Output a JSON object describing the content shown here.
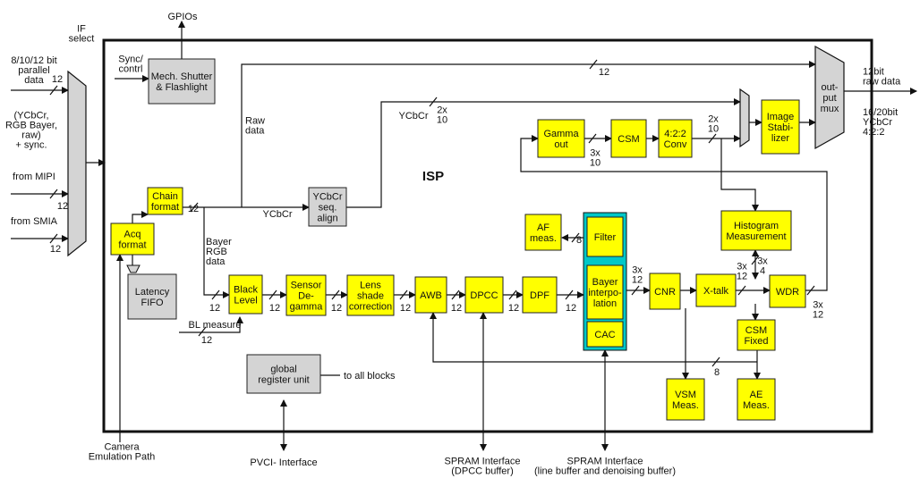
{
  "labels": {
    "if_select": "IF\nselect",
    "gpios": "GPIOs",
    "parallel": "8/10/12 bit\nparallel\ndata",
    "ycbcr_input": "(YCbCr,\nRGB Bayer,\nraw)\n+ sync.",
    "from_mipi": "from MIPI",
    "from_smia": "from SMIA",
    "sync_contrl": "Sync/\ncontrl",
    "raw_data": "Raw\ndata",
    "ycbcr_top": "YCbCr",
    "ycbcr_mid": "YCbCr",
    "bayer_rgb": "Bayer\nRGB\ndata",
    "isp": "ISP",
    "bl_measure": "BL measure",
    "to_all_blocks": "to all blocks",
    "camera_emulation": "Camera\nEmulation Path",
    "pvci": "PVCI- Interface",
    "spram1": "SPRAM Interface\n(DPCC buffer)",
    "spram2": "SPRAM Interface\n(line buffer and denoising buffer)",
    "out_raw": "12bit\nraw data",
    "out_ycbcr": "16/20bit\nYCbCr\n4:2:2"
  },
  "bus_widths": {
    "in_parallel": "12",
    "in_mipi": "12",
    "in_smia": "12",
    "top_bypass": "12",
    "ycbcr_2x10": "2x\n10",
    "chain_out": "12",
    "bl_measure": "12",
    "acq_to_black": "12",
    "black_to_sensor": "12",
    "sensor_to_lens": "12",
    "lens_to_awb": "12",
    "awb_to_dpcc": "12",
    "dpcc_to_dpf": "12",
    "dpf_to_bayer": "12",
    "bayer_to_cnr": "3x\n12",
    "cnr_to_xtalk": "",
    "xtalk_to_wdr": "3x\n12",
    "csm_3x4": "3x\n4",
    "wdr_out": "3x\n12",
    "gamma_csm": "3x\n10",
    "conv_out": "2x\n10",
    "af_bus": "8",
    "ae_bus": "8"
  },
  "blocks": {
    "mech_shutter": "Mech. Shutter\n& Flashlight",
    "chain_format": "Chain\nformat",
    "acq_format": "Acq\nformat",
    "latency_fifo": "Latency\nFIFO",
    "ycbcr_seq": "YCbCr\nseq.\nalign",
    "gamma_out": "Gamma\nout",
    "csm": "CSM",
    "conv422": "4:2:2\nConv",
    "image_stabilizer": "Image\nStabi-\nlizer",
    "output_mux": "out-\nput\nmux",
    "af_meas": "AF\nmeas.",
    "filter": "Filter",
    "histogram": "Histogram\nMeasurement",
    "black_level": "Black\nLevel",
    "sensor_degamma": "Sensor\nDe-\ngamma",
    "lens_shade": "Lens\nshade\ncorrection",
    "awb": "AWB",
    "dpcc": "DPCC",
    "dpf": "DPF",
    "bayer_interp": "Bayer\ninterpo-\nlation",
    "cac": "CAC",
    "cnr": "CNR",
    "xtalk": "X-talk",
    "wdr": "WDR",
    "csm_fixed": "CSM\nFixed",
    "global_reg": "global\nregister unit",
    "vsm_meas": "VSM\nMeas.",
    "ae_meas": "AE\nMeas."
  },
  "colors": {
    "block_yellow": "#ffff00",
    "block_gray": "#d4d4d4",
    "bayer_group": "#00c8c8"
  }
}
